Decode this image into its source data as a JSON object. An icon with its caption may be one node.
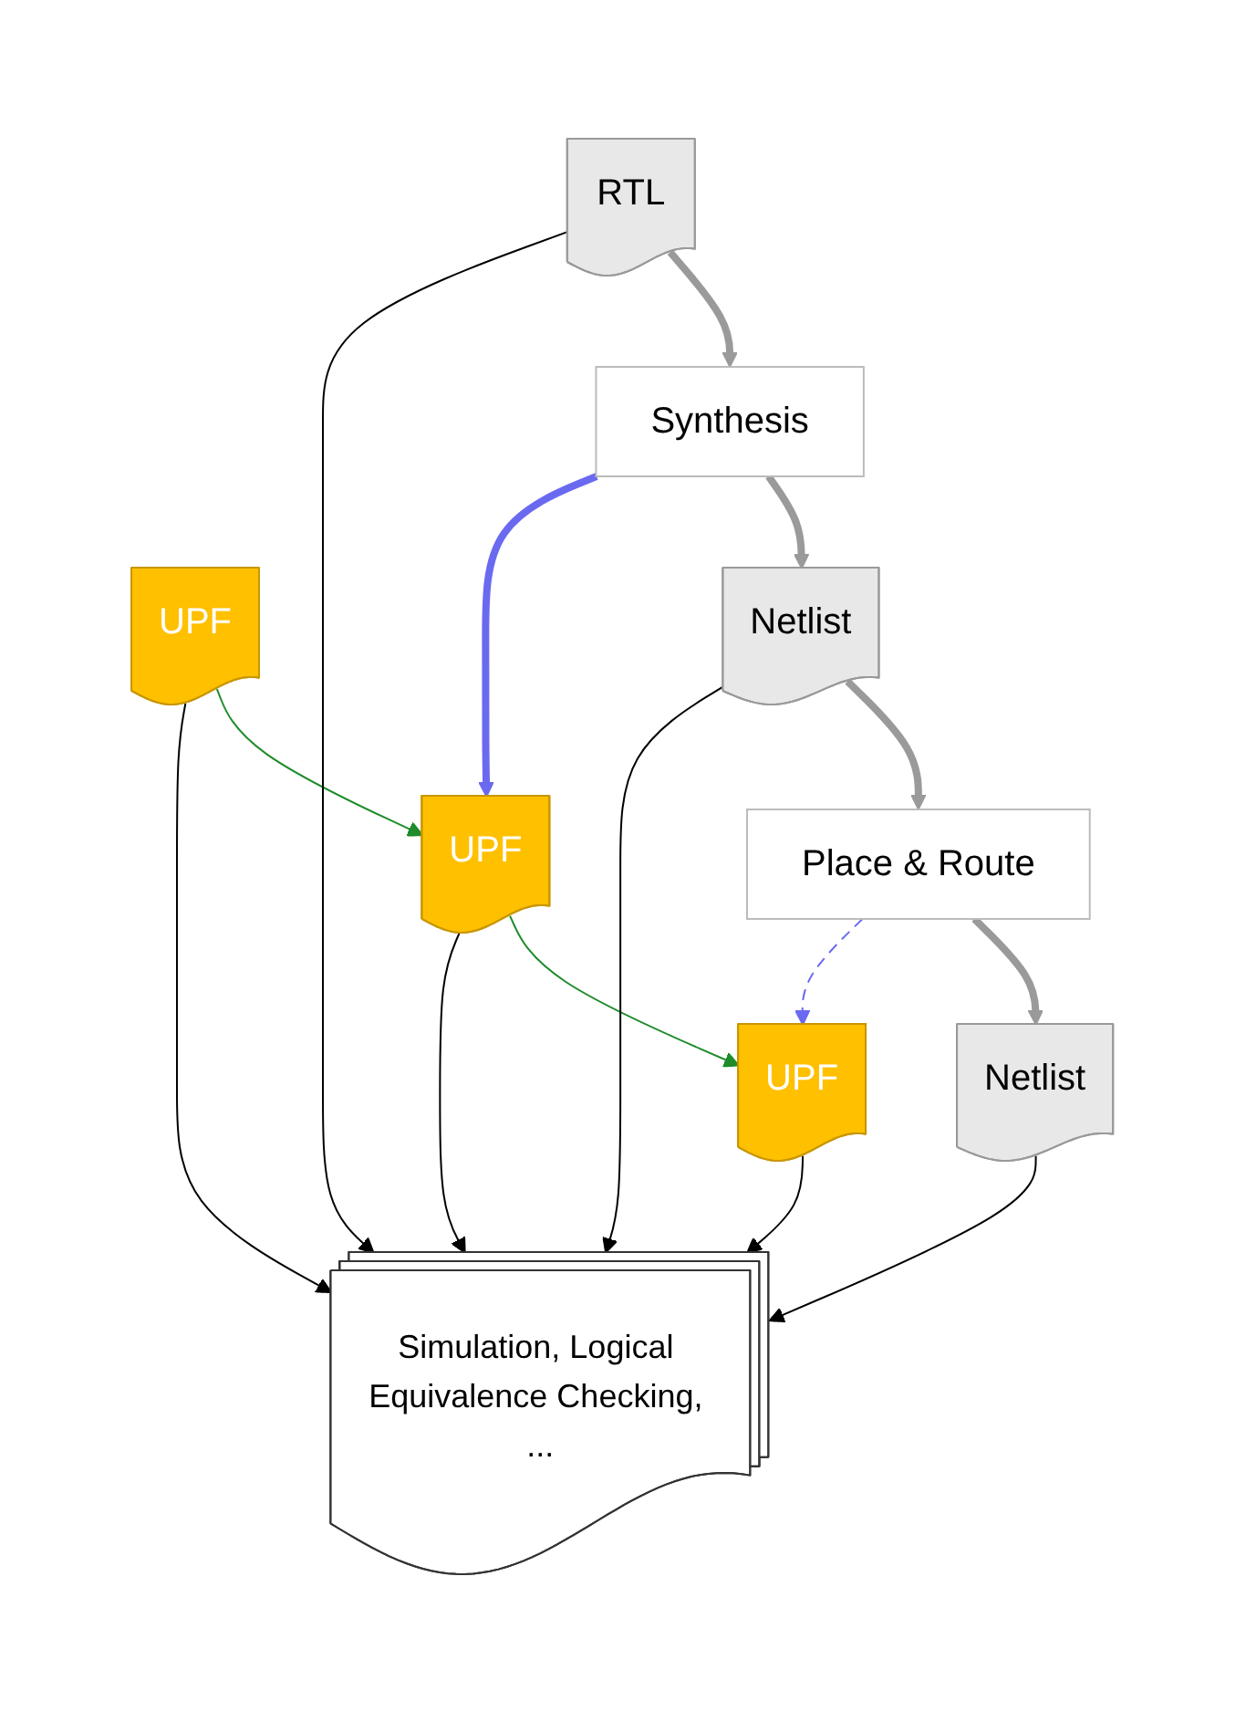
{
  "diagram": {
    "nodes": [
      {
        "text": [
          "UPF"
        ]
      },
      {
        "text": [
          "RTL"
        ]
      },
      {
        "text": [
          "Synthesis"
        ]
      },
      {
        "text": [
          "UPF"
        ]
      },
      {
        "text": [
          "Netlist"
        ]
      },
      {
        "text": [
          "Place & Route"
        ]
      },
      {
        "text": [
          "UPF"
        ]
      },
      {
        "text": [
          "Netlist"
        ]
      },
      {
        "text": [
          "Simulation, Logical Equivalence Checking, ..."
        ]
      }
    ],
    "edges": [
      {
        "from": 1,
        "to": 2,
        "arrow": "to",
        "style": "thick",
        "color": "#9a9a9a"
      },
      {
        "from": 2,
        "to": 4,
        "arrow": "to",
        "style": "thick",
        "color": "#9a9a9a"
      },
      {
        "from": 2,
        "to": 3,
        "arrow": "to",
        "style": "thick",
        "color": "#6a6af0"
      },
      {
        "from": 0,
        "to": 3,
        "arrow": "to",
        "color": "#1e8c2a"
      },
      {
        "from": 4,
        "to": 5,
        "arrow": "to",
        "style": "thick",
        "color": "#9a9a9a"
      },
      {
        "from": 5,
        "to": 7,
        "arrow": "to",
        "style": "thick",
        "color": "#9a9a9a"
      },
      {
        "from": 5,
        "to": 6,
        "arrow": "to",
        "style": "dashed",
        "color": "#6a6af0"
      },
      {
        "from": 3,
        "to": 6,
        "arrow": "to",
        "color": "#1e8c2a"
      },
      {
        "from": 0,
        "to": 8,
        "arrow": "to"
      },
      {
        "from": 1,
        "to": 8,
        "arrow": "to"
      },
      {
        "from": 3,
        "to": 8,
        "arrow": "to"
      },
      {
        "from": 4,
        "to": 8,
        "arrow": "to"
      },
      {
        "from": 6,
        "to": 8,
        "arrow": "to"
      },
      {
        "from": 7,
        "to": 8,
        "arrow": "to"
      }
    ]
  }
}
